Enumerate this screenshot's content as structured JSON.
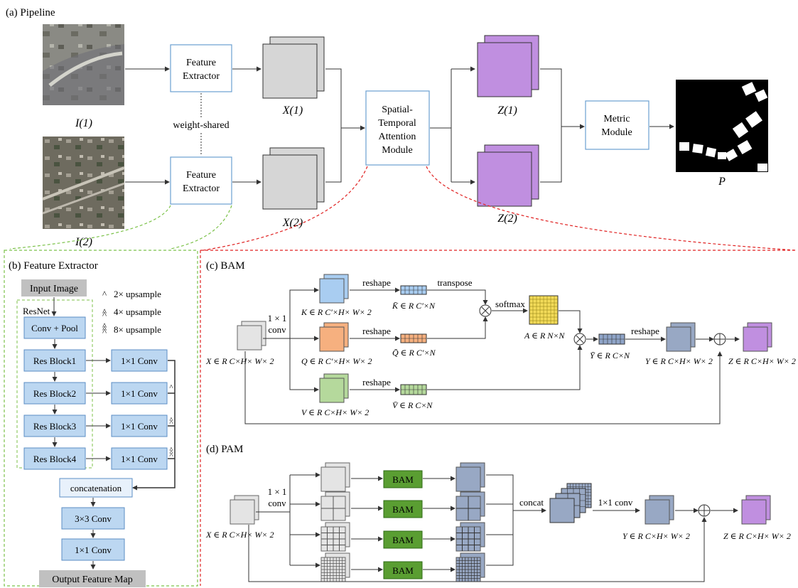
{
  "colors": {
    "blue_box": "#bcd7f1",
    "green_box": "#5a9e32",
    "gray_box": "#c0c0c0",
    "gray_dark": "#8f96a4",
    "purple": "#c08fe0",
    "x_feature": "#d6d6d6",
    "k_blue": "#a9cdf1",
    "q_orange": "#f6b07f",
    "v_green": "#b5d99c",
    "a_yellow": "#f3db59",
    "y_slate": "#98a8c4",
    "green_dashed": "#7cc24a",
    "red_dashed": "#e02020"
  },
  "pipeline": {
    "title": "(a) Pipeline",
    "i1_label": "I(1)",
    "i2_label": "I(2)",
    "fe_top_line1": "Feature",
    "fe_top_line2": "Extractor",
    "fe_bot_line1": "Feature",
    "fe_bot_line2": "Extractor",
    "weight_shared": "weight-shared",
    "x1_label": "X(1)",
    "x2_label": "X(2)",
    "stam_line1": "Spatial-",
    "stam_line2": "Temporal",
    "stam_line3": "Attention",
    "stam_line4": "Module",
    "z1_label": "Z(1)",
    "z2_label": "Z(2)",
    "metric_line1": "Metric",
    "metric_line2": "Module",
    "p_label": "P"
  },
  "feature_extractor": {
    "title": "(b) Feature Extractor",
    "input": "Input Image",
    "resnet": "ResNet",
    "conv_pool": "Conv + Pool",
    "blocks": [
      "Res Block1",
      "Res Block2",
      "Res Block3",
      "Res Block4"
    ],
    "conv1x1": "1×1 Conv",
    "legend": [
      "2× upsample",
      "4× upsample",
      "8× upsample"
    ],
    "concatenation": "concatenation",
    "conv3x3": "3×3 Conv",
    "conv1x1_final": "1×1 Conv",
    "output": "Output Feature Map"
  },
  "bam": {
    "title": "(c) BAM",
    "conv_line1": "1 × 1",
    "conv_line2": "conv",
    "x_label": "X ∈ R C×H× W× 2",
    "k_label": "K ∈ R C′×H× W× 2",
    "q_label": "Q ∈ R C′×H× W× 2",
    "v_label": "V ∈ R C×H× W× 2",
    "reshape": "reshape",
    "transpose": "transpose",
    "softmax": "softmax",
    "kbar_label": "K̄ ∈ R C′×N",
    "qbar_label": "Q̄ ∈ R C′×N",
    "vbar_label": "V̄ ∈ R C×N",
    "a_label": "A ∈ R N×N",
    "ybar_label": "Ȳ ∈ R C×N",
    "y_label": "Y ∈ R C×H× W× 2",
    "z_label": "Z ∈ R C×H× W× 2"
  },
  "pam": {
    "title": "(d) PAM",
    "conv_line1": "1 × 1",
    "conv_line2": "conv",
    "x_label": "X ∈ R C×H× W× 2",
    "bam": "BAM",
    "concat": "concat",
    "conv1x1": "1×1 conv",
    "y_label": "Y ∈ R C×H× W× 2",
    "z_label": "Z ∈ R C×H× W× 2"
  }
}
